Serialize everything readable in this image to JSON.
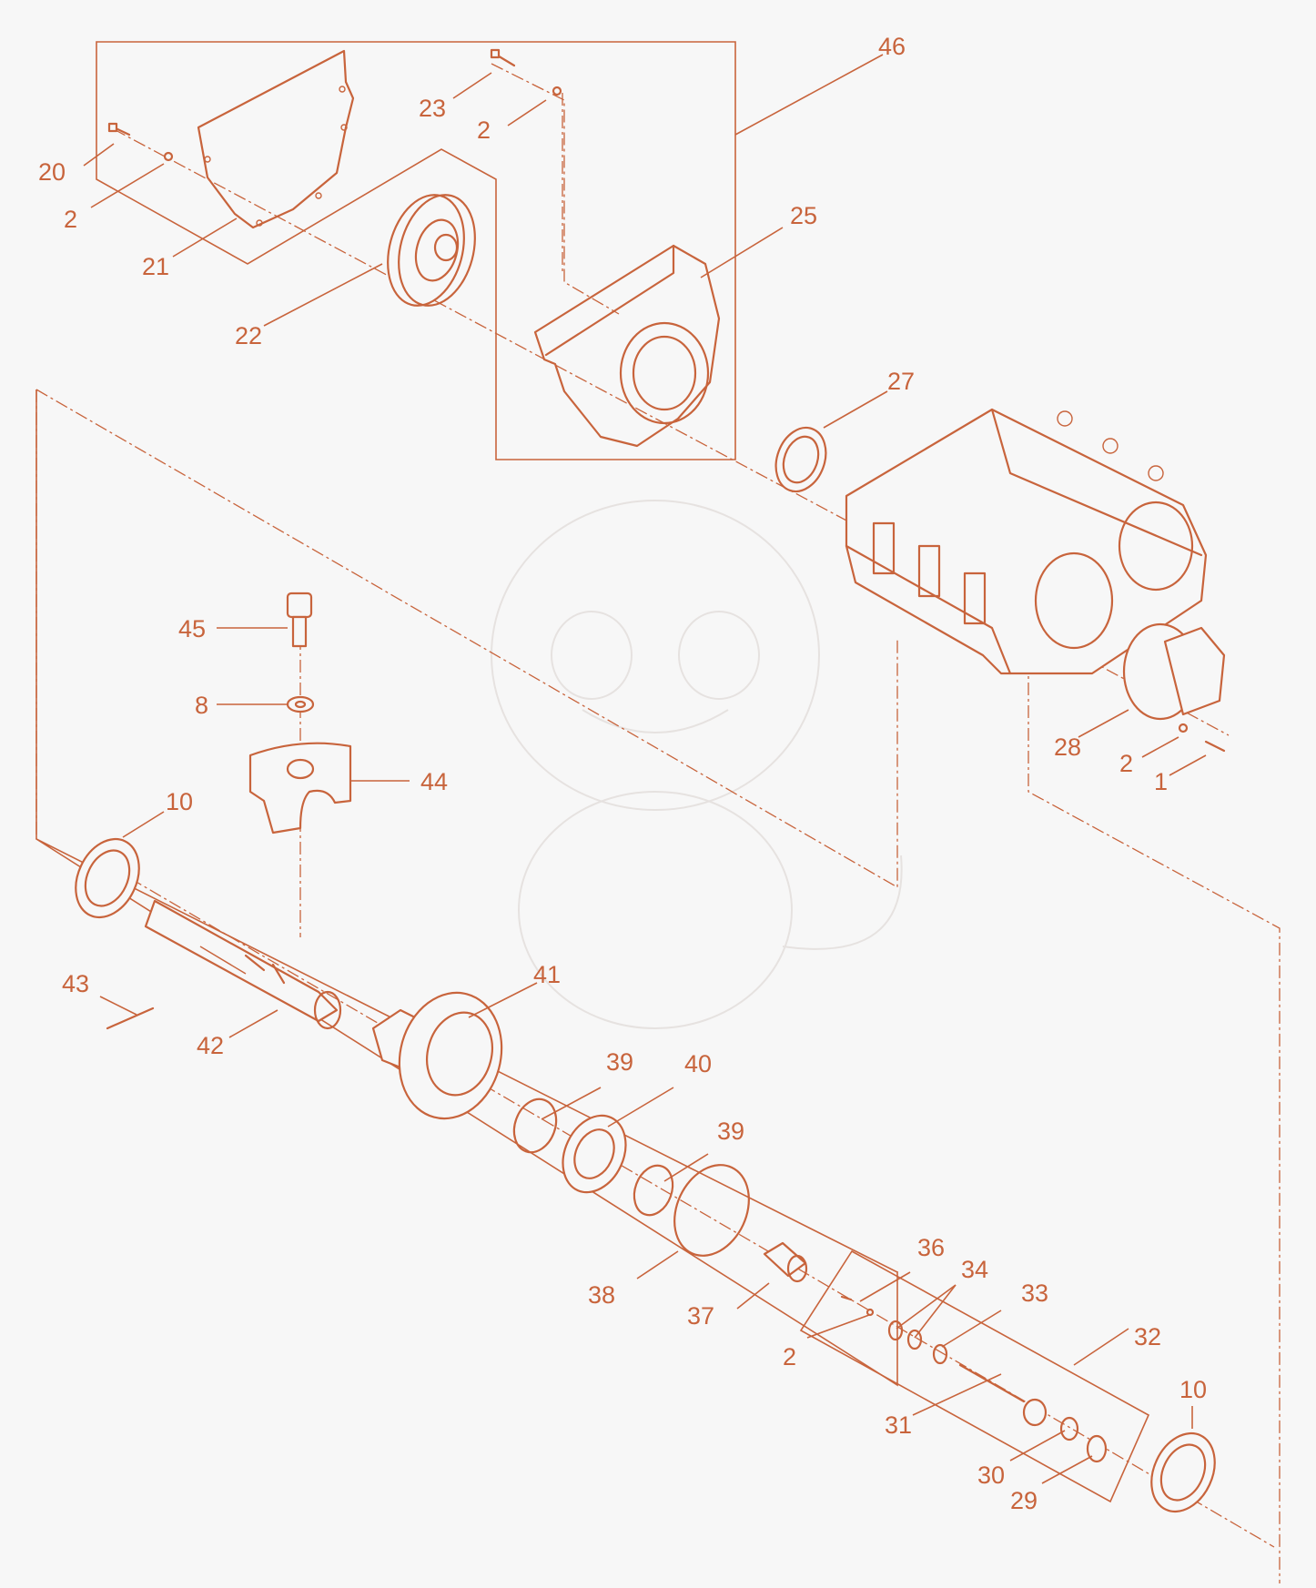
{
  "diagram": {
    "accent_color": "#c8643c",
    "background_color": "#f7f7f7",
    "callouts": [
      "46",
      "23",
      "2",
      "20",
      "2",
      "21",
      "25",
      "22",
      "27",
      "45",
      "8",
      "44",
      "10",
      "28",
      "2",
      "1",
      "43",
      "42",
      "41",
      "39",
      "40",
      "39",
      "38",
      "37",
      "36",
      "34",
      "33",
      "2",
      "32",
      "31",
      "30",
      "29",
      "10"
    ]
  }
}
